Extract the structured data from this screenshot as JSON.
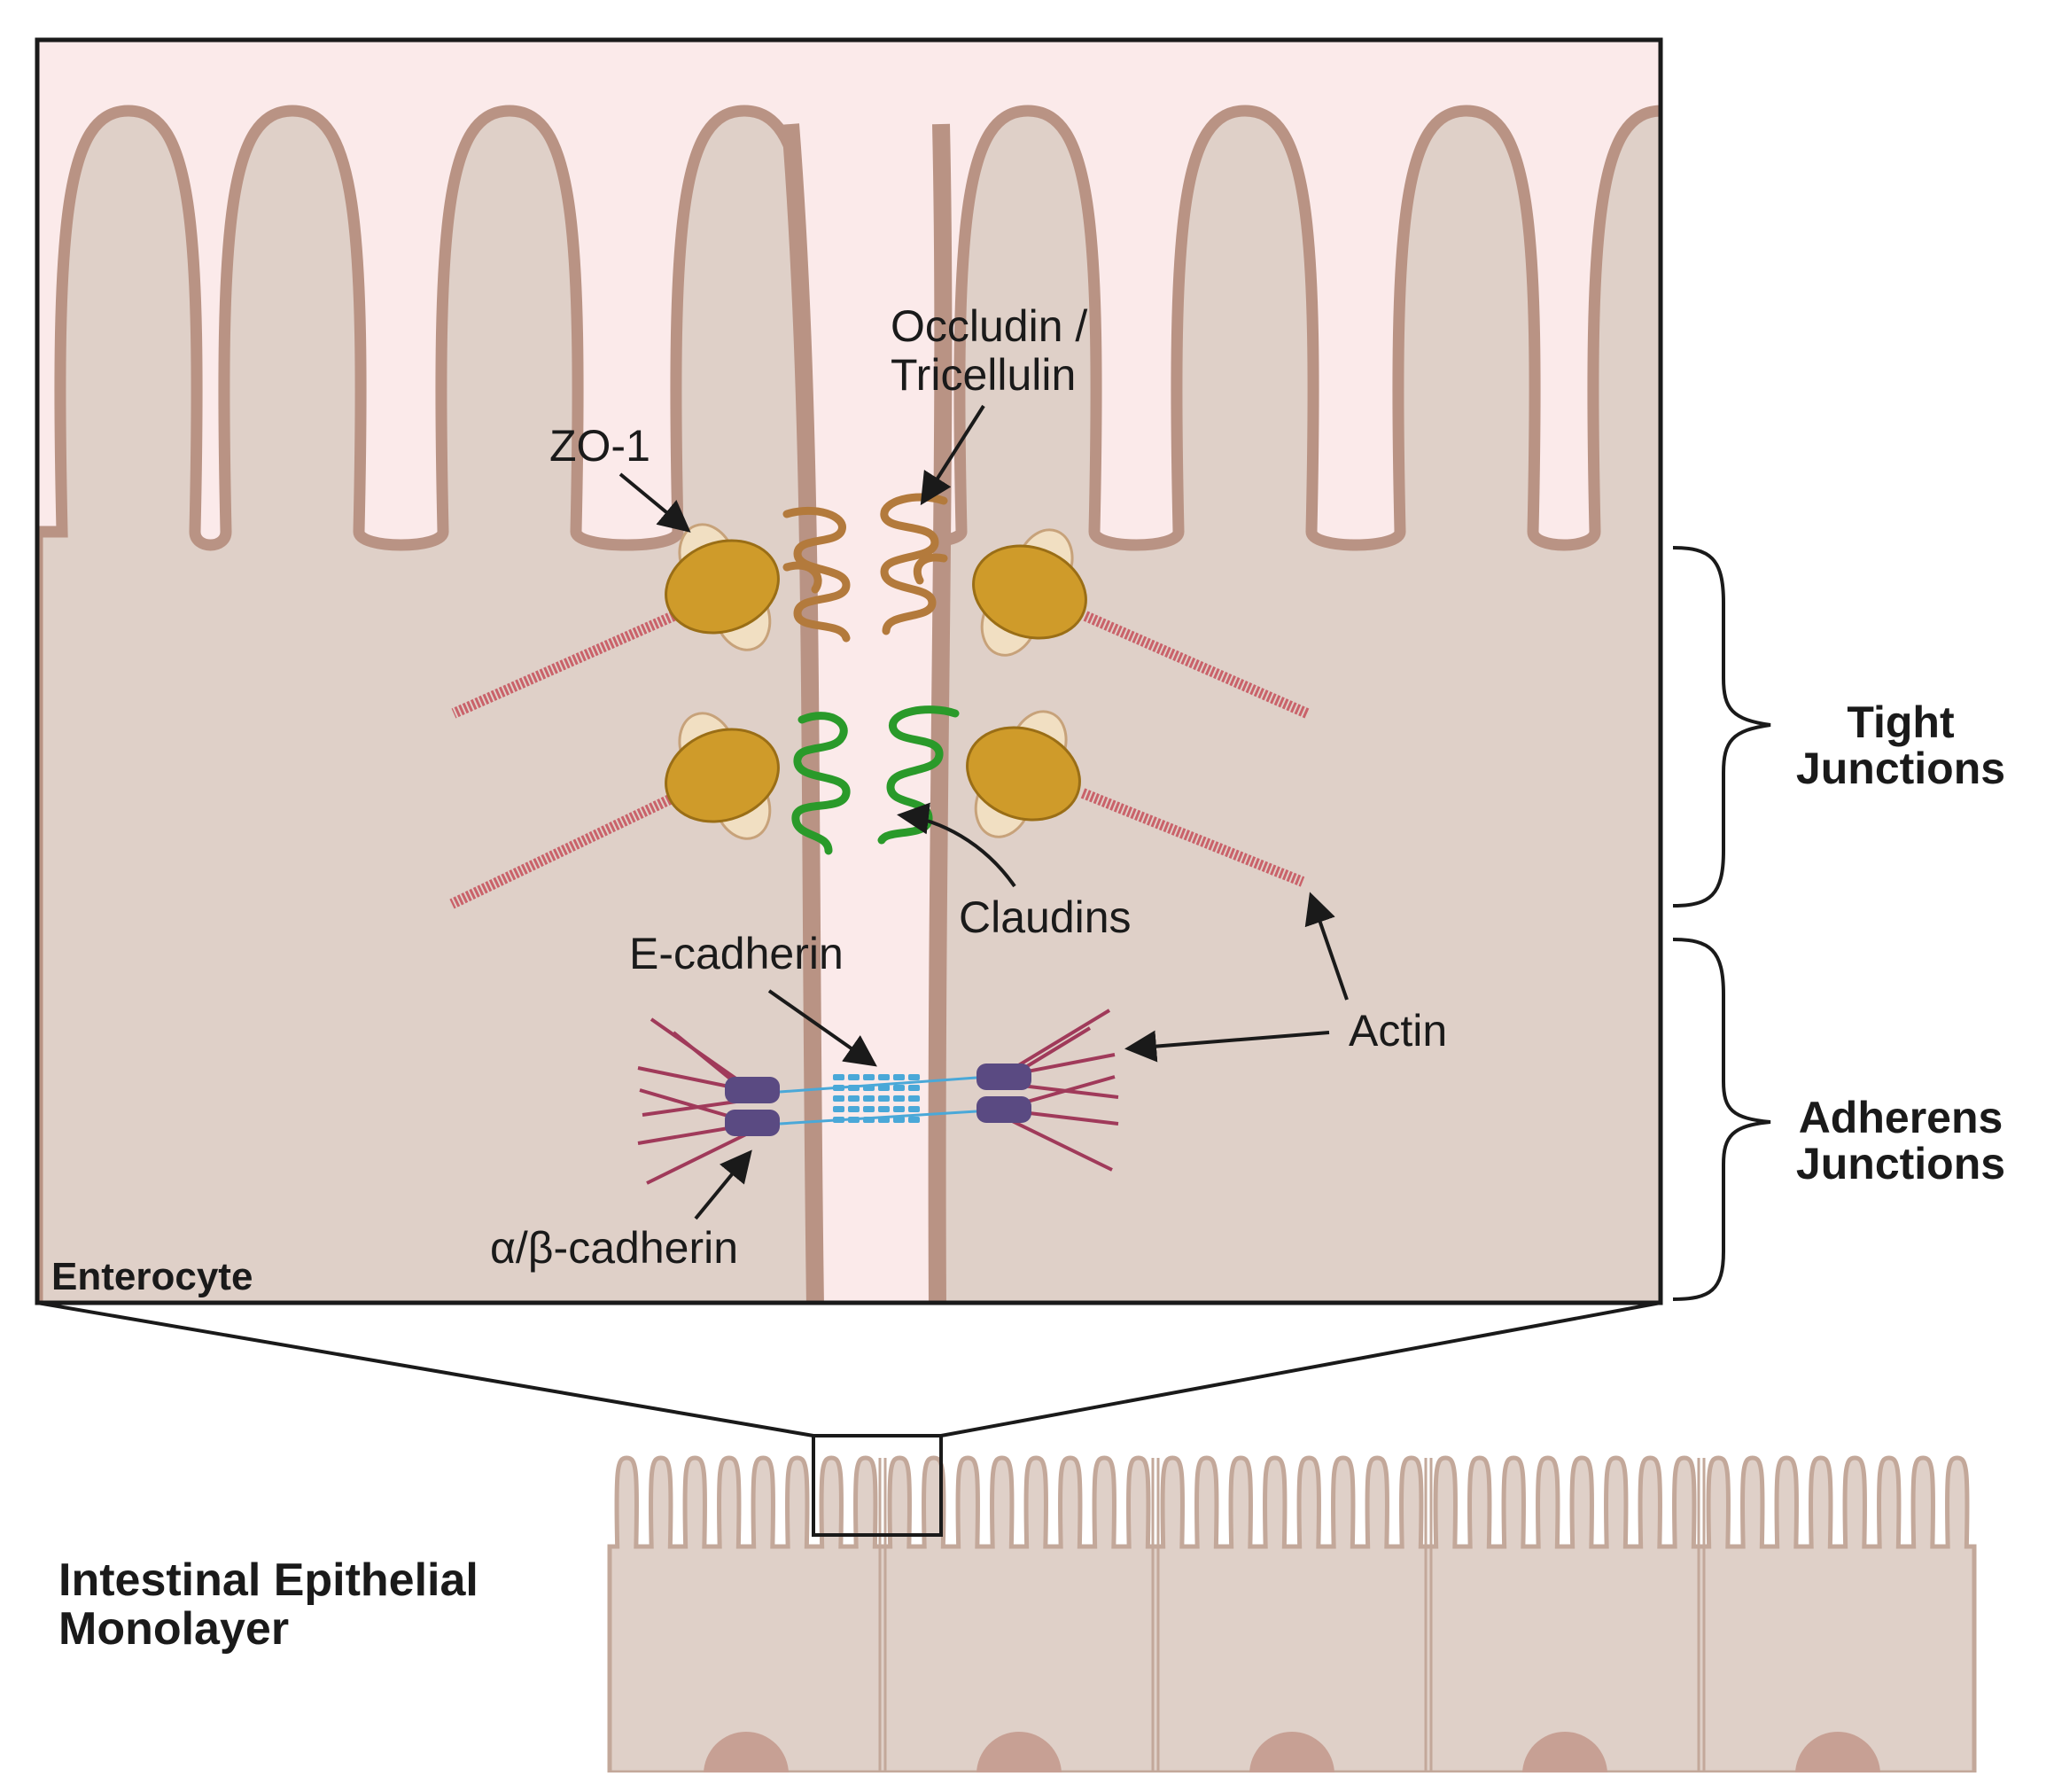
{
  "labels": {
    "occludin_line1": "Occludin /",
    "occludin_line2": "Tricellulin",
    "zo1": "ZO-1",
    "claudins": "Claudins",
    "ecadherin": "E-cadherin",
    "actin": "Actin",
    "ab_cadherin": "α/β-cadherin",
    "enterocyte": "Enterocyte",
    "tight_line1": "Tight",
    "tight_line2": "Junctions",
    "adherens_line1": "Adherens",
    "adherens_line2": "Junctions",
    "monolayer_line1": "Intestinal Epithelial",
    "monolayer_line2": "Monolayer"
  },
  "colors": {
    "cytoplasm": "#dfd0c8",
    "lumen": "#fbeaea",
    "membrane": "#b99384",
    "zo1_body": "#cf9b2a",
    "zo1_lobe": "#f1dfc2",
    "occludin": "#b37a3c",
    "claudin": "#2a9a2a",
    "actin_tj": "#c9626a",
    "actin_aj": "#a03a5a",
    "cadherin_complex": "#5a4a82",
    "ecadherin": "#4aa8d8",
    "nucleus": "#c7a094"
  }
}
